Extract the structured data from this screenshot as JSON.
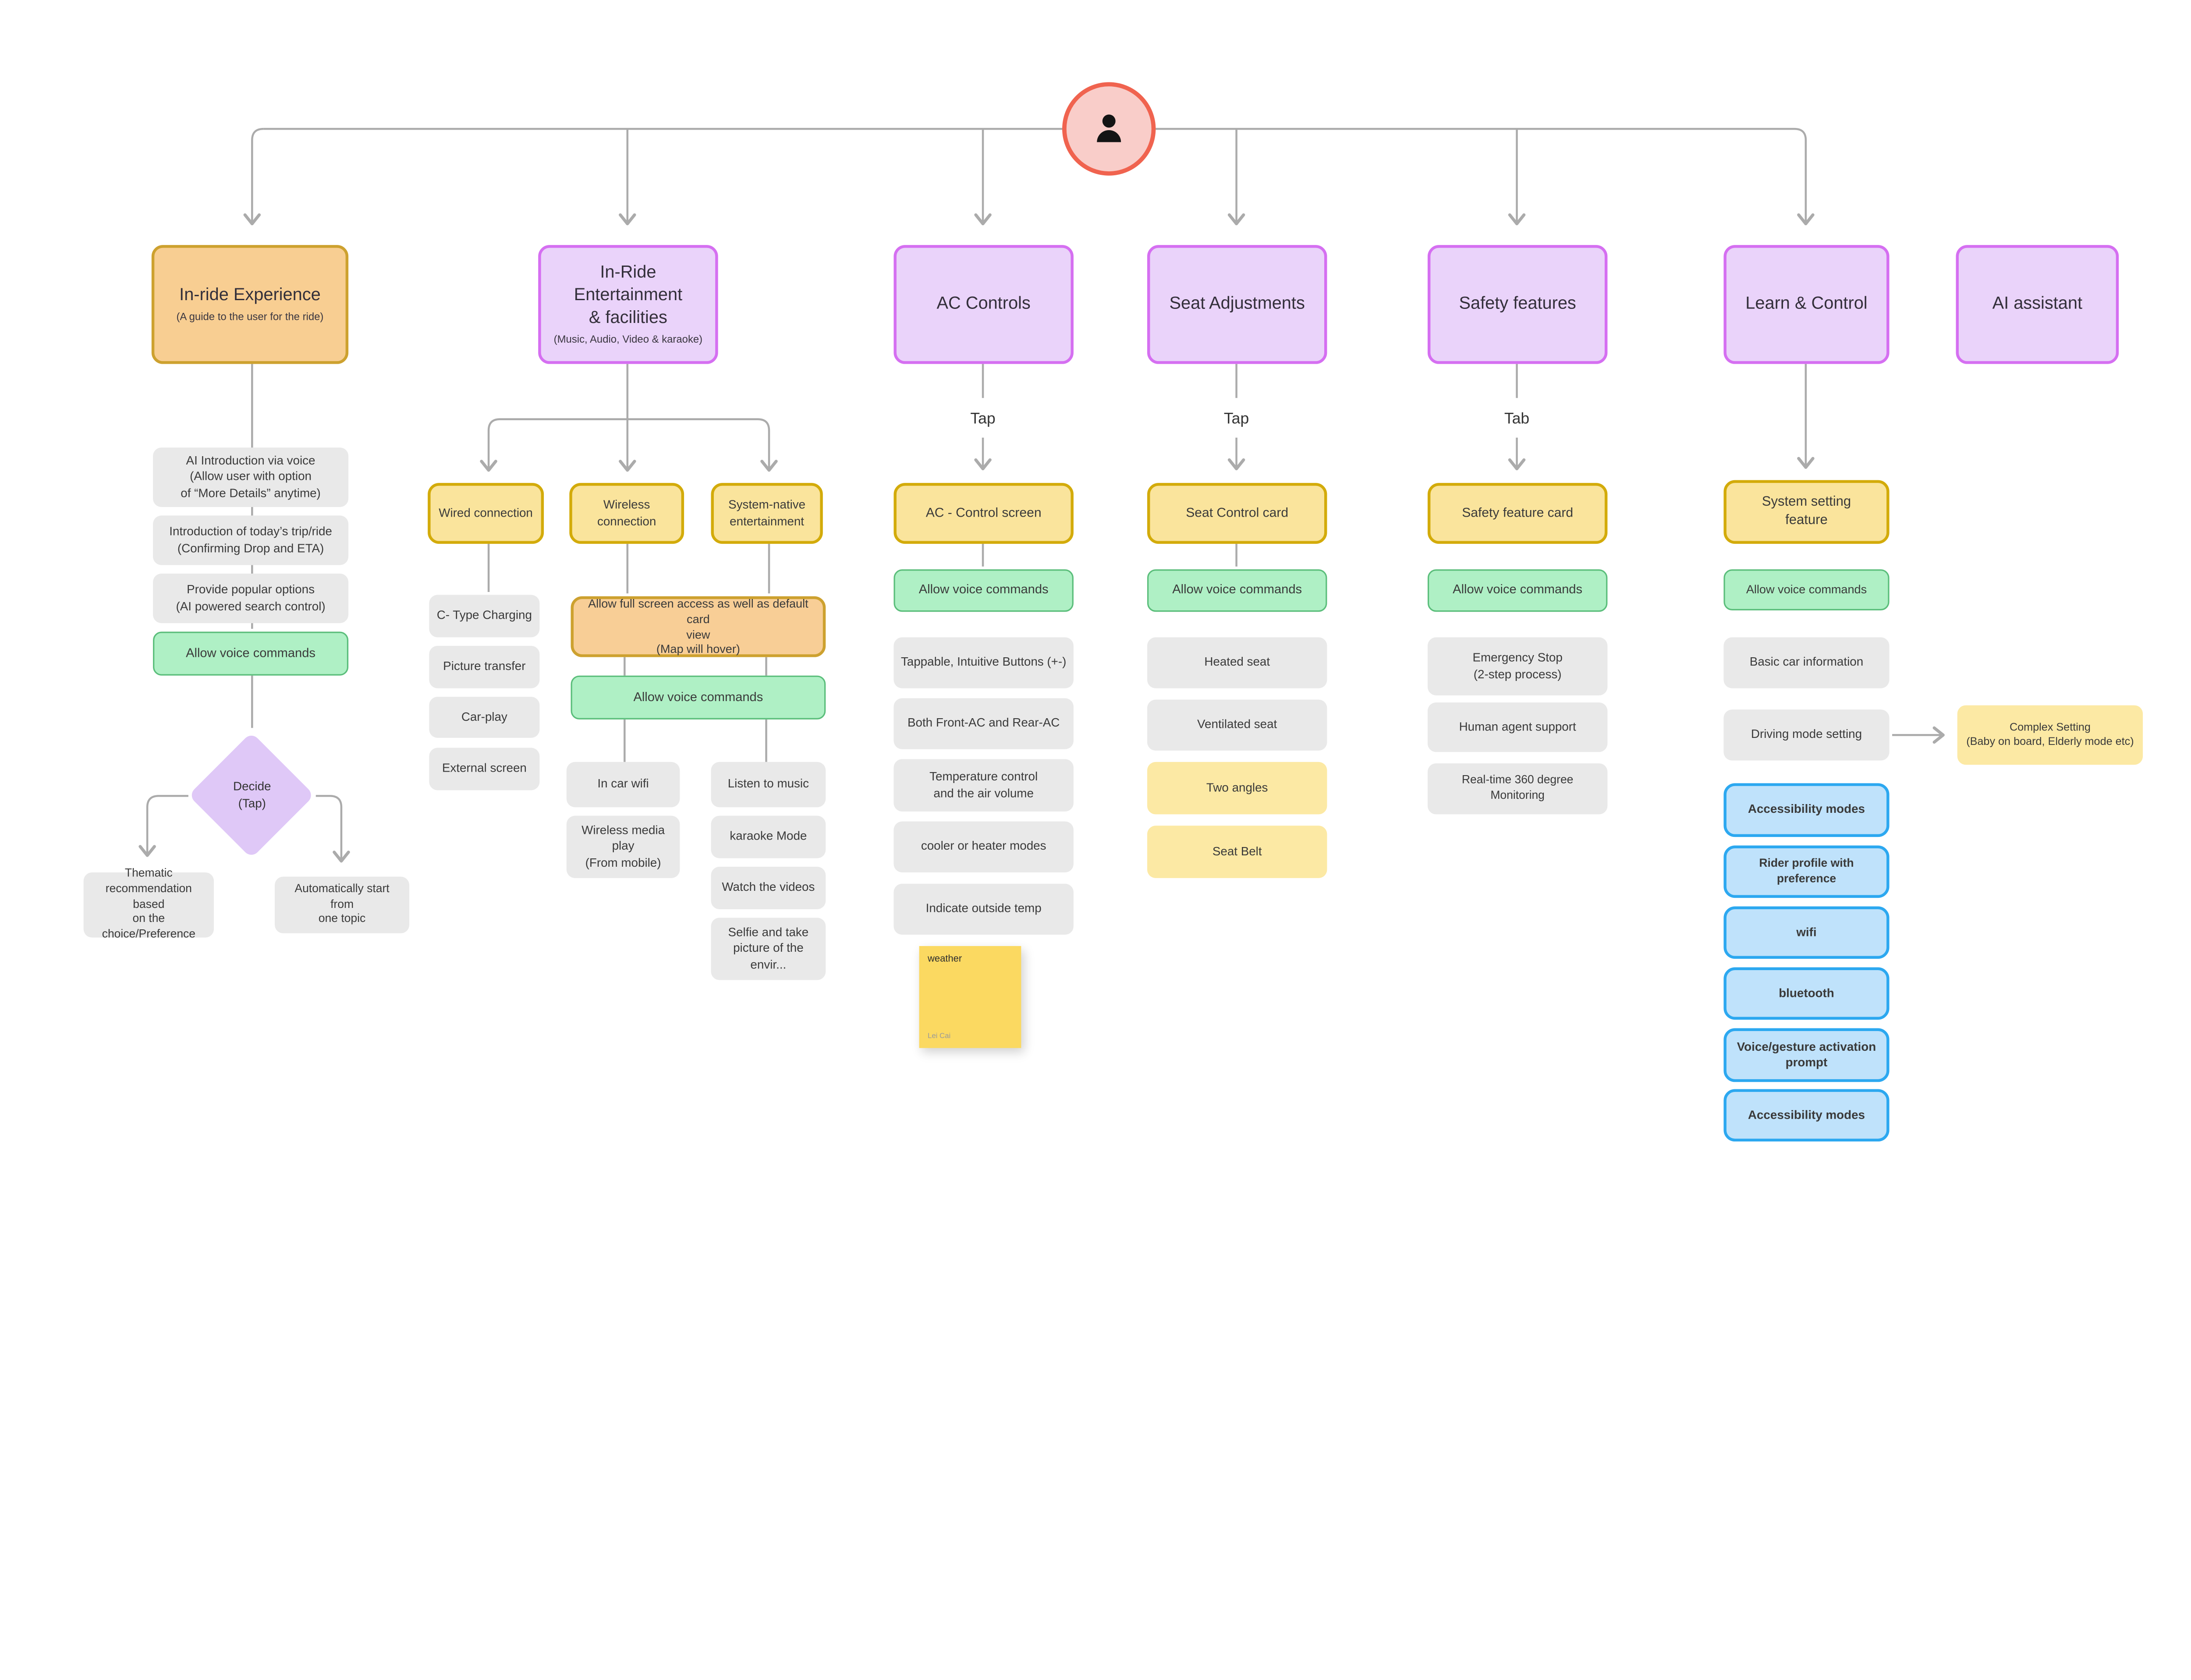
{
  "colors": {
    "purple_fill": "#EAD3FA",
    "purple_border": "#D56FF1",
    "orange_fill": "#F8CE92",
    "orange_border": "#CDA12F",
    "yellow_fill": "#FAE49C",
    "yellow_border": "#D3AB0A",
    "yellow_plain": "#FCE9A4",
    "green_fill": "#AFF0C5",
    "green_border": "#5BBE7B",
    "gray_fill": "#E9E9E9",
    "blue_fill": "#BFE2FB",
    "blue_border": "#2CA8F0",
    "sticky_fill": "#FBD961",
    "connector": "#ABABAB",
    "avatar_fill": "#F9CDC9",
    "avatar_border": "#F0634F"
  },
  "c1": {
    "title": "In-ride Experience",
    "subtitle": "(A guide to the user for the ride)",
    "steps": [
      "AI Introduction via voice\n(Allow user with option\nof “More Details” anytime)",
      "Introduction of today’s trip/ride\n(Confirming Drop and ETA)",
      "Provide popular options\n(AI powered search control)"
    ],
    "voice": "Allow voice commands",
    "decision": "Decide\n(Tap)",
    "outcome_left": "Thematic\nrecommendation based\non the choice/Preference",
    "outcome_right": "Automatically start from\none topic"
  },
  "c2": {
    "title": "In-Ride Entertainment\n& facilities",
    "subtitle": "(Music, Audio, Video & karaoke)",
    "b1": "Wired connection",
    "b2": "Wireless connection",
    "b3": "System-native\nentertainment",
    "b1_items": [
      "C- Type Charging",
      "Picture transfer",
      "Car-play",
      "External screen"
    ],
    "note": "Allow full screen access as well as default card\nview\n(Map will hover)",
    "voice": "Allow voice commands",
    "b2_items": [
      "In car wifi",
      "Wireless media play\n(From mobile)"
    ],
    "b3_items": [
      "Listen to music",
      "karaoke Mode",
      "Watch the videos",
      "Selfie and take\npicture of the envir..."
    ]
  },
  "c3": {
    "title": "AC Controls",
    "gesture": "Tap",
    "card": "AC - Control screen",
    "voice": "Allow voice commands",
    "items": [
      "Tappable, Intuitive Buttons (+-)",
      "Both Front-AC and Rear-AC",
      "Temperature control\nand the air volume",
      "cooler or heater modes",
      "Indicate outside temp"
    ],
    "sticky_text": "weather",
    "sticky_author": "Lei Cai"
  },
  "c4": {
    "title": "Seat Adjustments",
    "gesture": "Tap",
    "card": "Seat Control card",
    "voice": "Allow voice commands",
    "items": [
      "Heated seat",
      "Ventilated seat"
    ],
    "highlights": [
      "Two angles",
      "Seat Belt"
    ]
  },
  "c5": {
    "title": "Safety features",
    "gesture": "Tab",
    "card": "Safety feature card",
    "voice": "Allow voice commands",
    "items": [
      "Emergency Stop\n(2-step process)",
      "Human agent support",
      "Real-time 360 degree Monitoring"
    ]
  },
  "c6": {
    "title": "Learn & Control",
    "card": "System setting\nfeature",
    "voice": "Allow voice commands",
    "items": [
      "Basic car information",
      "Driving mode setting"
    ],
    "complex": "Complex Setting\n(Baby on board, Elderly mode etc)",
    "blue": [
      "Accessibility modes",
      "Rider profile with preference",
      "wifi",
      "bluetooth",
      "Voice/gesture activation\nprompt",
      "Accessibility modes"
    ]
  },
  "c7": {
    "title": "AI assistant"
  }
}
